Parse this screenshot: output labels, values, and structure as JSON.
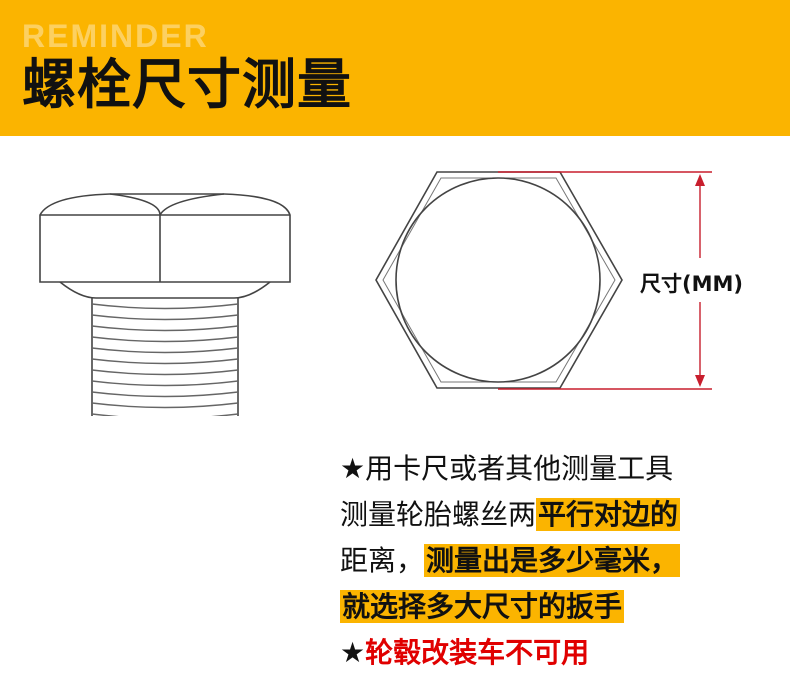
{
  "colors": {
    "accent": "#fbb400",
    "warn": "#e00000",
    "dimension_line": "#c81e2d"
  },
  "header": {
    "subtitle": "REMINDER",
    "title": "螺栓尺寸测量"
  },
  "diagram": {
    "dimension_label": "尺寸(MM)"
  },
  "notes": {
    "star1": "★",
    "line1": "用卡尺或者其他测量工具",
    "line2_plain": "测量轮胎螺丝两",
    "line2_highlight": "平行对边的",
    "line3_plain": "距离，",
    "line3_highlight": "测量出是多少毫米，",
    "line4_highlight": "就选择多大尺寸的扳手",
    "star2": "★",
    "warning": "轮毂改装车不可用"
  }
}
